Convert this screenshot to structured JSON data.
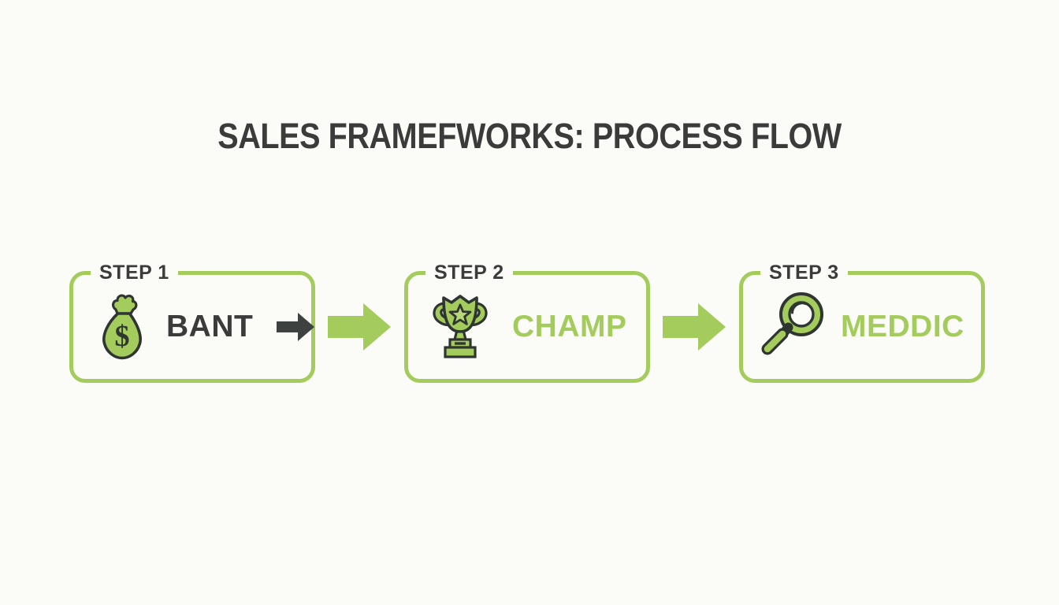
{
  "colors": {
    "background": "#fbfbf8",
    "accent_green": "#a4cc5c",
    "dark_text": "#3b3b3b",
    "icon_outline": "#2f3531"
  },
  "title": "SALES FRAMEFWORKS: PROCESS FLOW",
  "steps": [
    {
      "label": "STEP 1",
      "framework": "BANT",
      "icon": "money-bag-icon",
      "framework_color": "#3b3b3b"
    },
    {
      "label": "STEP 2",
      "framework": "CHAMP",
      "icon": "trophy-icon",
      "framework_color": "#a4cc5c"
    },
    {
      "label": "STEP 3",
      "framework": "MEDDIC",
      "icon": "magnifier-icon",
      "framework_color": "#a4cc5c"
    }
  ],
  "connectors": [
    {
      "icon": "flow-arrow-icon"
    },
    {
      "icon": "flow-arrow-icon"
    }
  ],
  "inline_arrow": {
    "icon": "right-arrow-icon"
  }
}
